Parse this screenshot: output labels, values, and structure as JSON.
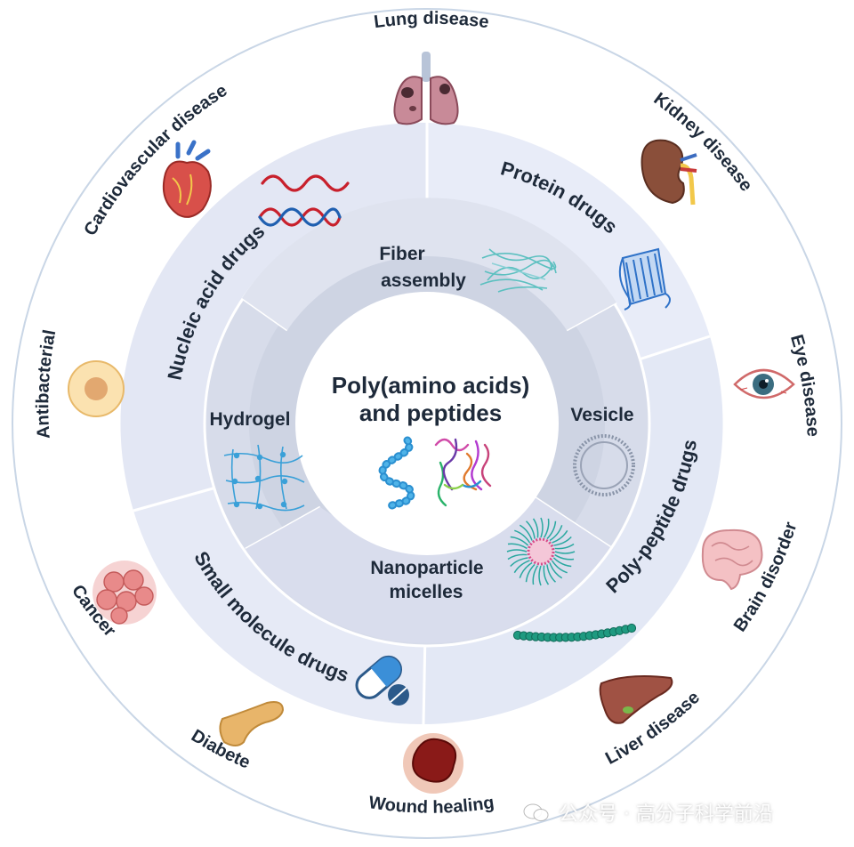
{
  "center": {
    "title_line1": "Poly(amino acids)",
    "title_line2": "and peptides"
  },
  "assemblies": {
    "fiber_line1": "Fiber",
    "fiber_line2": "assembly",
    "hydrogel": "Hydrogel",
    "vesicle": "Vesicle",
    "nano_line1": "Nanoparticle",
    "nano_line2": "micelles"
  },
  "drug_classes": {
    "nucleic": "Nucleic acid drugs",
    "protein": "Protein drugs",
    "polypeptide": "Poly-peptide drugs",
    "small_molecule": "Small molecule drugs"
  },
  "diseases": {
    "lung": "Lung disease",
    "kidney": "Kidney disease",
    "eye": "Eye disease",
    "brain": "Brain disorder",
    "liver": "Liver disease",
    "wound": "Wound healing",
    "diabete": "Diabete",
    "cancer": "Cancer",
    "antibacterial": "Antibacterial",
    "cardiovascular": "Cardiovascular disease"
  },
  "icons": {
    "lung": "lung-icon",
    "kidney": "kidney-icon",
    "eye": "eye-icon",
    "brain": "brain-icon",
    "liver": "liver-icon",
    "wound": "wound-icon",
    "pancreas": "pancreas-icon",
    "cancer": "cancer-cell-icon",
    "bacteria": "bacteria-icon",
    "heart": "heart-icon",
    "rna": "rna-icon",
    "protein": "protein-icon",
    "chain": "peptide-chain-icon",
    "pill": "pill-icon"
  },
  "watermark": {
    "text": "公众号 · 高分子科学前沿"
  },
  "colors": {
    "outer_ring": "#ffffff",
    "outer_border": "#c9d6e6",
    "drug_ring": "#e6eaf6",
    "drug_ring_alt": "#dfe4f2",
    "assembly_ring": "#d6dbe9",
    "inner_ring": "#cfd5e4",
    "center": "#ffffff",
    "divider": "#ffffff",
    "text": "#1e2a3a"
  }
}
